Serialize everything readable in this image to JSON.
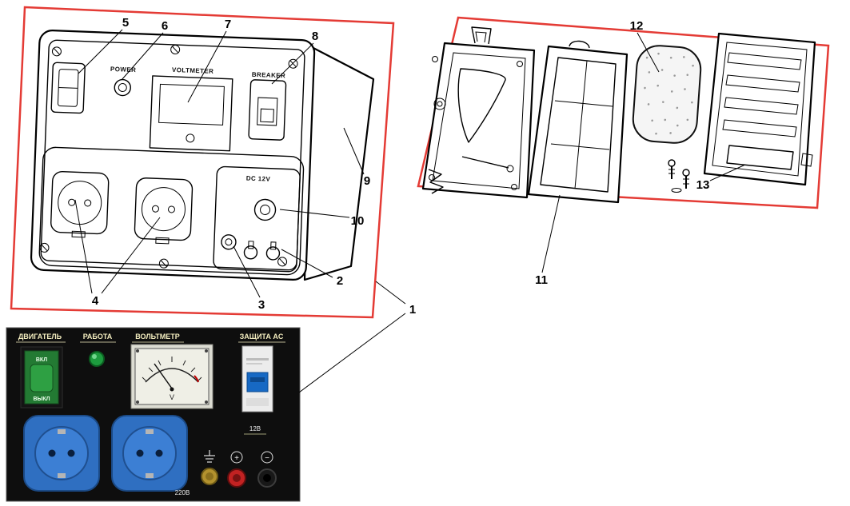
{
  "callouts": {
    "c1": "1",
    "c2": "2",
    "c3": "3",
    "c4": "4",
    "c5": "5",
    "c6": "6",
    "c7": "7",
    "c8": "8",
    "c9": "9",
    "c10": "10",
    "c11": "11",
    "c12": "12",
    "c13": "13"
  },
  "drawing_labels": {
    "power": "POWER",
    "voltmeter": "VOLTMETER",
    "breaker": "BREAKER",
    "dc": "DC 12V"
  },
  "photo_labels": {
    "engine": "ДВИГАТЕЛЬ",
    "switch_on": "ВКЛ",
    "switch_off": "ВЫКЛ",
    "run": "РАБОТА",
    "voltmeter": "ВОЛЬТМЕТР",
    "ac_protection": "ЗАЩИТА AC",
    "meter_unit": "V",
    "socket_voltage": "220В",
    "dc_voltage": "12В",
    "plus": "+",
    "minus": "−"
  },
  "colors": {
    "outline_red": "#e43b35",
    "photo_background": "#0e0e0e",
    "switch_green": "#2ea043",
    "socket_blue": "#2f6fc1",
    "terminal_red": "#c22222",
    "terminal_black": "#181818",
    "breaker_blue": "#1769c4",
    "label_yellow": "#f2ecbe"
  }
}
